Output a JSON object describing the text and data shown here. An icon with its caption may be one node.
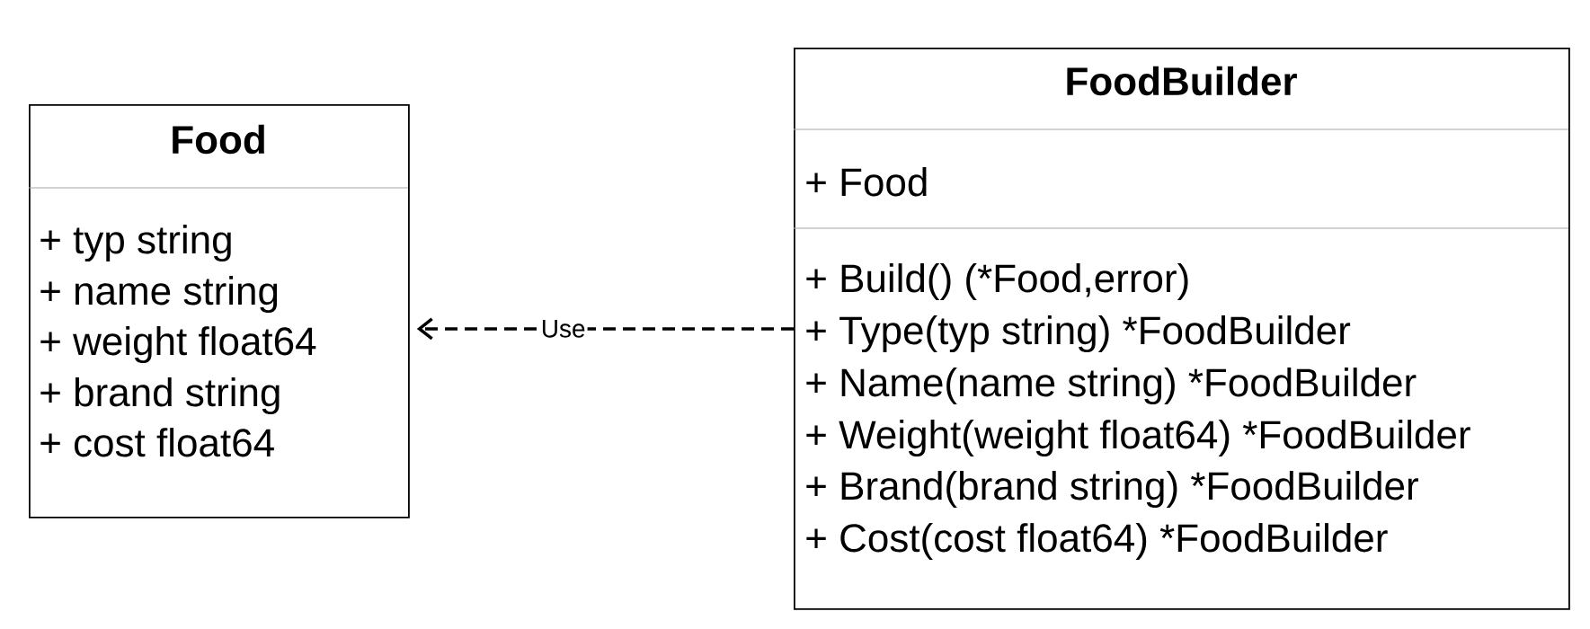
{
  "diagram": {
    "nodes": [
      {
        "text": [
          "Food",
          "+ typ string",
          "+ name string",
          "+ weight float64",
          "+ brand string",
          "+ cost float64"
        ]
      },
      {
        "text": [
          "FoodBuilder",
          "+ Food",
          "+ Build() (*Food,error)",
          "+ Type(typ string) *FoodBuilder",
          "+ Name(name string) *FoodBuilder",
          "+ Weight(weight float64) *FoodBuilder",
          "+ Brand(brand string) *FoodBuilder",
          "+ Cost(cost float64) *FoodBuilder"
        ]
      }
    ],
    "edges": [
      {
        "from": 1,
        "to": 0,
        "arrow": "to",
        "style": "dashed",
        "label": "Use"
      }
    ]
  }
}
